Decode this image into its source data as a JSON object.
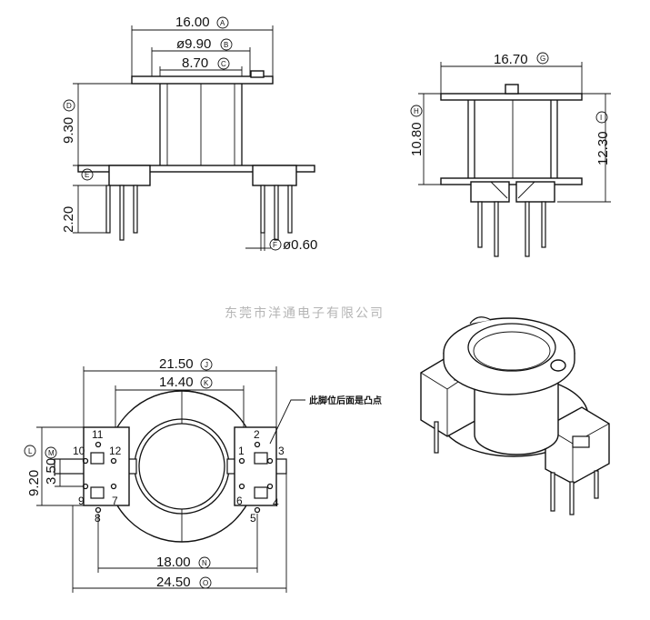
{
  "company": "东莞市洋通电子有限公司",
  "note": "此脚位后面是凸点",
  "front_view": {
    "width_a": "16.00",
    "badge_a": "A",
    "dia_b": "ø9.90",
    "badge_b": "B",
    "width_c": "8.70",
    "badge_c": "C",
    "height_d": "9.30",
    "badge_d": "D",
    "badge_e": "E",
    "height_pin": "2.20",
    "pin_dia": "ø0.60",
    "badge_f": "F"
  },
  "side_view": {
    "width_g": "16.70",
    "badge_g": "G",
    "height_h": "10.80",
    "badge_h": "H",
    "height_i": "12.30",
    "badge_i": "I"
  },
  "bottom_view": {
    "width_j": "21.50",
    "badge_j": "J",
    "width_k": "14.40",
    "badge_k": "K",
    "height_l": "9.20",
    "badge_l": "L",
    "height_m": "3.50",
    "badge_m": "M",
    "width_n": "18.00",
    "badge_n": "N",
    "width_o": "24.50",
    "badge_o": "O",
    "pins": [
      "1",
      "2",
      "3",
      "4",
      "5",
      "6",
      "7",
      "8",
      "9",
      "10",
      "11",
      "12"
    ]
  }
}
